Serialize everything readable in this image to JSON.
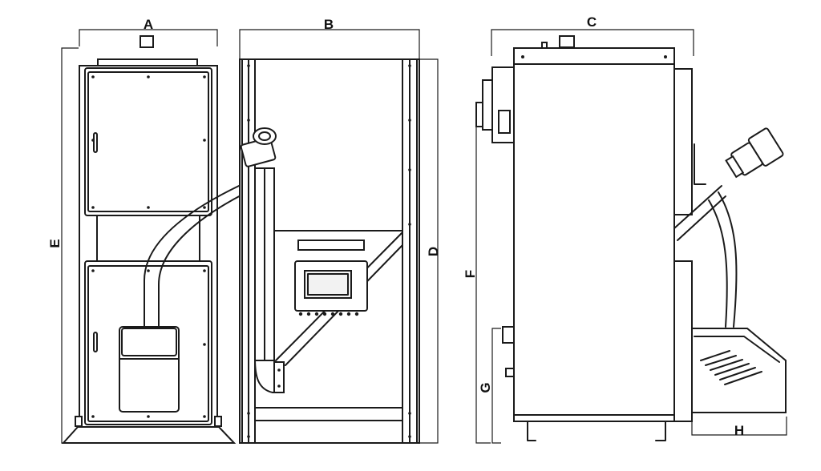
{
  "dimension_labels": {
    "a": "A",
    "b": "B",
    "c": "C",
    "d": "D",
    "e": "E",
    "f": "F",
    "g": "G",
    "h": "H"
  }
}
